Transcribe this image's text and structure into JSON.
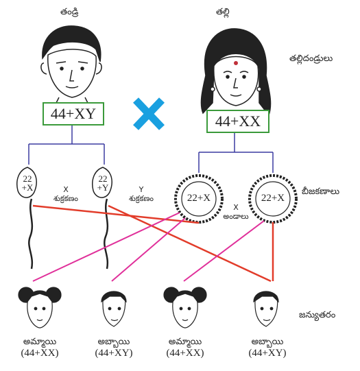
{
  "labels": {
    "father": "తండ్రి",
    "mother": "తల్లి",
    "parents": "తల్లిదండ్రులు",
    "gametes": "బీజకణాలు",
    "offspring": "జన్యుతరం"
  },
  "parents": {
    "father_genotype": "44+XY",
    "mother_genotype": "44+XX",
    "cross_symbol": "X"
  },
  "sperm": [
    {
      "line1": "22",
      "line2": "+X",
      "type": "X",
      "name": "శుక్రకణం"
    },
    {
      "line1": "22",
      "line2": "+Y",
      "type": "Y",
      "name": "శుక్రకణం"
    }
  ],
  "eggs": [
    {
      "label": "22+X"
    },
    {
      "label": "22+X"
    }
  ],
  "egg_caption": {
    "type": "X",
    "name": "అండాలు"
  },
  "children": [
    {
      "name": "అమ్మాయి",
      "genotype": "(44+XX)"
    },
    {
      "name": "అబ్బాయి",
      "genotype": "(44+XY)"
    },
    {
      "name": "అమ్మాయి",
      "genotype": "(44+XX)"
    },
    {
      "name": "అబ్బాయి",
      "genotype": "(44+XY)"
    }
  ],
  "colors": {
    "box_border": "#3a9a3a",
    "cross": "#1aa0e0",
    "tree_lines": "#3a3aa0",
    "red_lines": "#e23c2a",
    "pink_lines": "#e0309a"
  }
}
